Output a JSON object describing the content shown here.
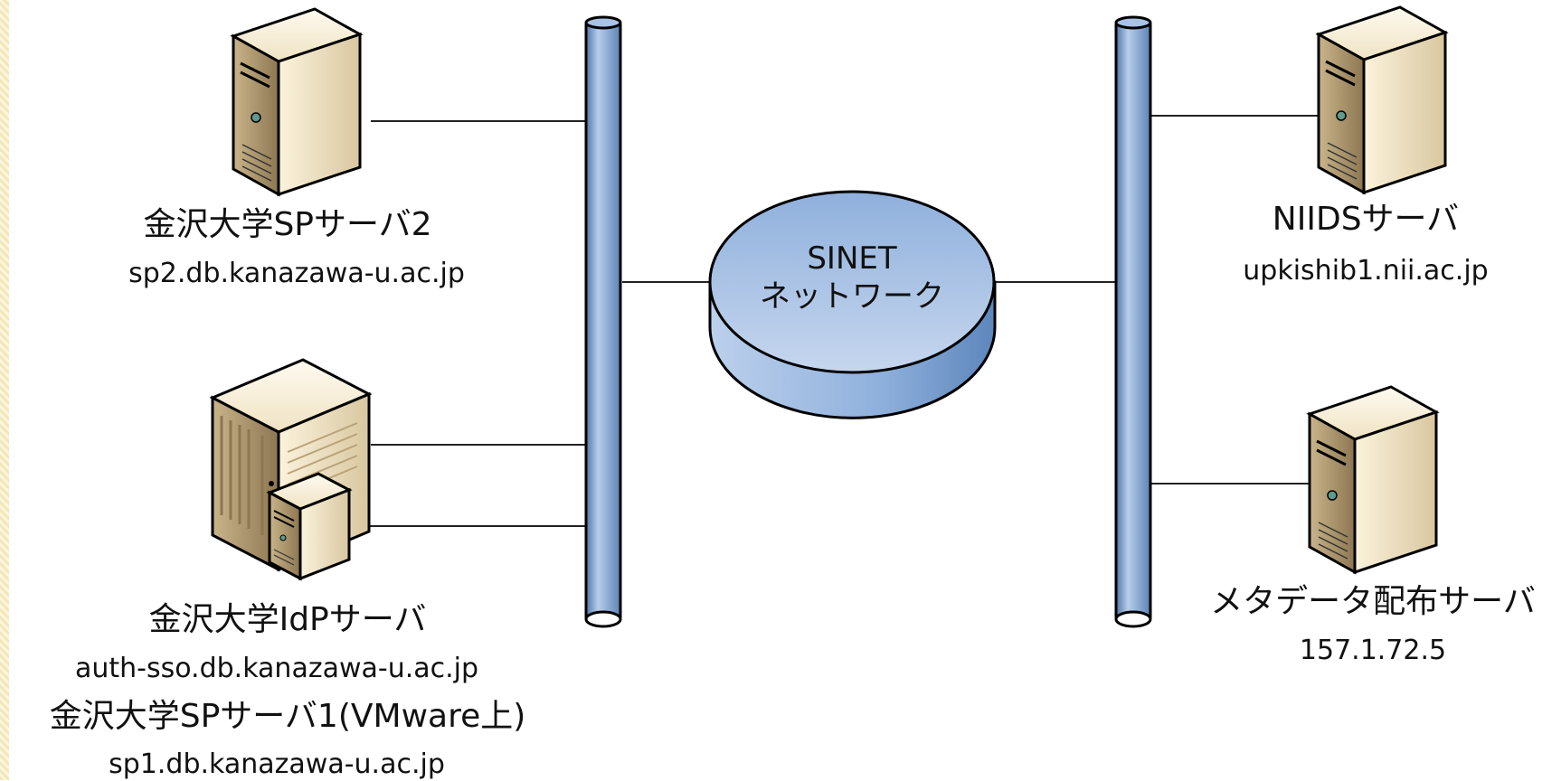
{
  "network": {
    "title_line1": "SINET",
    "title_line2": "ネットワーク"
  },
  "servers": {
    "sp2": {
      "name": "金沢大学SPサーバ2",
      "host": "sp2.db.kanazawa-u.ac.jp"
    },
    "idp": {
      "name": "金沢大学IdPサーバ",
      "host": "auth-sso.db.kanazawa-u.ac.jp"
    },
    "sp1": {
      "name": "金沢大学SPサーバ1(VMware上)",
      "host": "sp1.db.kanazawa-u.ac.jp"
    },
    "niids": {
      "name": "NIIDSサーバ",
      "host": "upkishib1.nii.ac.jp"
    },
    "metadata": {
      "name": "メタデータ配布サーバ",
      "host": "157.1.72.5"
    }
  },
  "colors": {
    "bus": "#8fb0d8",
    "bus_dark": "#4f76a8",
    "cloud_top": "#a9c2e6",
    "cloud_side": "#6b95c8",
    "server_light": "#f2e7c8",
    "server_dark": "#b9a37a"
  }
}
